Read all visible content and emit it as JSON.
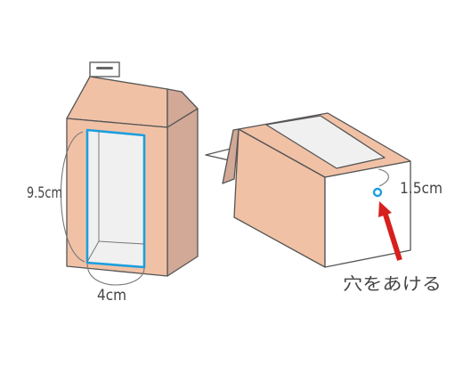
{
  "labels": {
    "height": "9.5cm",
    "width": "4cm",
    "hole_offset": "1.5cm",
    "instruction": "穴をあける"
  },
  "colors": {
    "carton_face": "#f1c1a6",
    "carton_side": "#d2a896",
    "window_outline": "#1a9fe0",
    "arrow": "#d6201e",
    "line": "#555555",
    "window_fill": "#f0f0f0"
  },
  "icons": {
    "hole": "hole-marker-icon",
    "arrow": "red-arrow-icon"
  }
}
